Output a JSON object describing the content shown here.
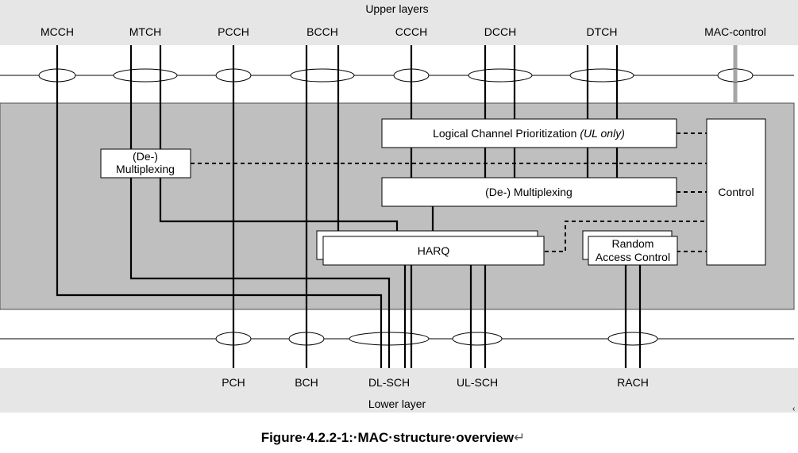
{
  "upper_layers": {
    "label": "Upper layers"
  },
  "lower_layer": {
    "label": "Lower layer"
  },
  "logical_channels": [
    "MCCH",
    "MTCH",
    "PCCH",
    "BCCH",
    "CCCH",
    "DCCH",
    "DTCH",
    "MAC-control"
  ],
  "transport_channels": [
    "PCH",
    "BCH",
    "DL-SCH",
    "UL-SCH",
    "RACH"
  ],
  "blocks": {
    "lcp": {
      "text": "Logical Channel Prioritization ",
      "emph": "(UL only)"
    },
    "demux_right": "(De-) Multiplexing",
    "demux_left": [
      "(De-)",
      "Multiplexing"
    ],
    "control": "Control",
    "harq": "HARQ",
    "random_access": [
      "Random",
      "Access Control"
    ]
  },
  "caption": "Figure·4.2.2-1:·MAC·structure·overview",
  "caption_mark": "↵",
  "colors": {
    "band": "#e6e6e6",
    "mac_area": "#bfbfbf",
    "mac_control_line": "#a6a6a6"
  }
}
